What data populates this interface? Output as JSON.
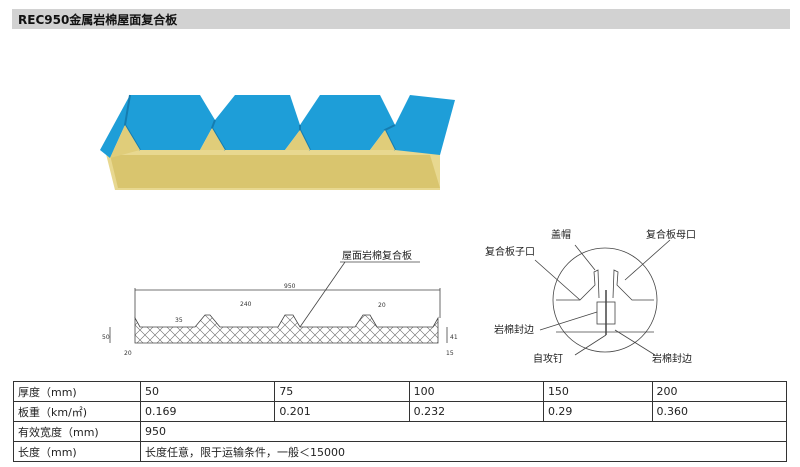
{
  "header": {
    "title": "REC950金属岩棉屋面复合板"
  },
  "drawing": {
    "profile_label": "屋面岩棉复合板",
    "dims": {
      "total": "950",
      "pitch": "240",
      "rib_height": "35",
      "rib_top": "20",
      "thickness": "50",
      "edge_left": "20",
      "edge_right_h": "41",
      "edge_right_w": "15"
    }
  },
  "detail": {
    "cap": "盖帽",
    "female": "复合板母口",
    "male": "复合板子口",
    "seal_left": "岩棉封边",
    "screw": "自攻钉",
    "seal_right": "岩棉封边"
  },
  "table": {
    "rows": [
      {
        "label": "厚度（mm)",
        "values": [
          "50",
          "75",
          "100",
          "150",
          "200"
        ]
      },
      {
        "label": "板重（km/㎡)",
        "values": [
          "0.169",
          "0.201",
          "0.232",
          "0.29",
          "0.360"
        ]
      },
      {
        "label": "有效宽度（mm)",
        "value": "950"
      },
      {
        "label": "长度（mm)",
        "value": "长度任意，限于运输条件，一般＜15000"
      }
    ]
  }
}
